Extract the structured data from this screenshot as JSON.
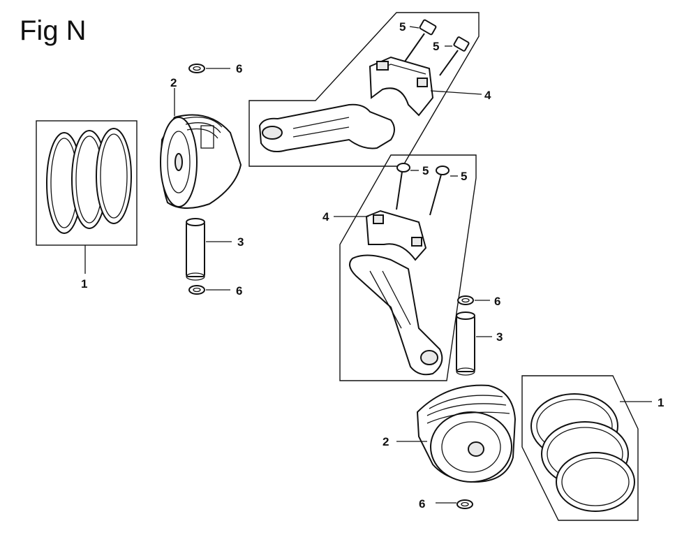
{
  "figure": {
    "title": "Fig N"
  },
  "callouts": {
    "rings_left": "1",
    "rings_right": "1",
    "piston_left": "2",
    "piston_right": "2",
    "pin_left": "3",
    "pin_right": "3",
    "rod_top": "4",
    "rod_middle": "4",
    "bolt_top_a": "5",
    "bolt_top_b": "5",
    "bolt_mid_a": "5",
    "bolt_mid_b": "5",
    "clip_left_top": "6",
    "clip_left_bottom": "6",
    "clip_right_top": "6",
    "clip_right_bottom": "6"
  }
}
